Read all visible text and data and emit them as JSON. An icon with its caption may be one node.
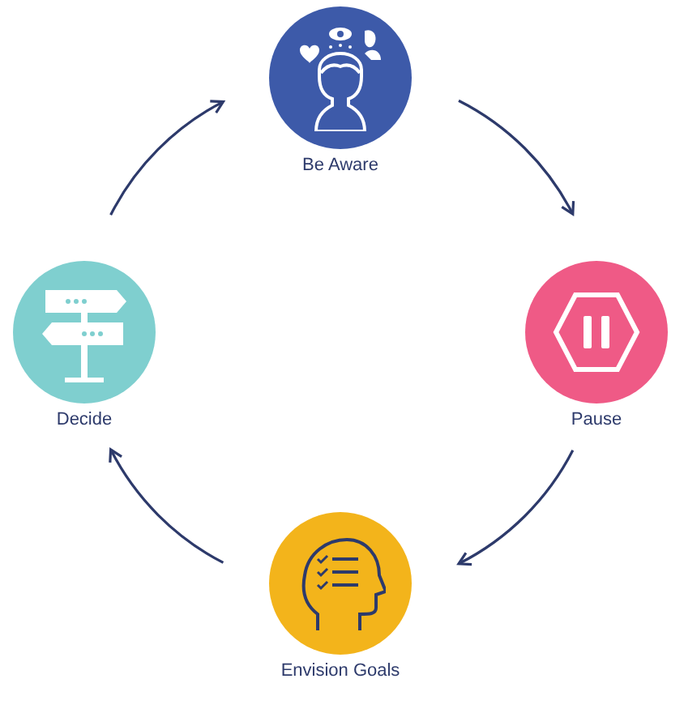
{
  "diagram": {
    "nodes": [
      {
        "text": [
          "Be Aware"
        ]
      },
      {
        "text": [
          "Pause"
        ]
      },
      {
        "text": [
          "Envision Goals"
        ]
      },
      {
        "text": [
          "Decide"
        ]
      }
    ],
    "edges": [
      {
        "from": 3,
        "to": 0,
        "arrow": "to"
      },
      {
        "from": 0,
        "to": 1,
        "arrow": "to"
      },
      {
        "from": 1,
        "to": 2,
        "arrow": "to"
      },
      {
        "from": 2,
        "to": 3,
        "arrow": "to"
      }
    ]
  }
}
